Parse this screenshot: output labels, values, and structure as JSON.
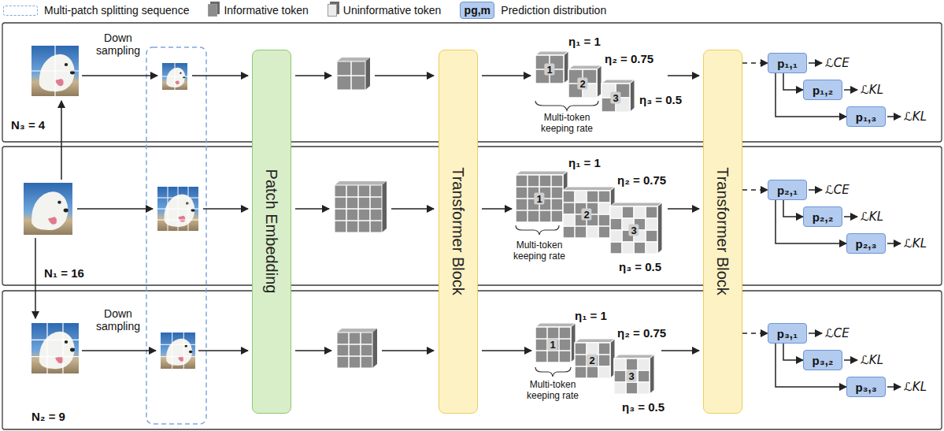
{
  "diagram": {
    "nodes": [
      {
        "text": [
          "Patch Embedding"
        ]
      },
      {
        "text": [
          "Transformer Block"
        ]
      },
      {
        "text": [
          "Transformer Block"
        ]
      },
      {
        "text": [
          "p₁,₁"
        ]
      },
      {
        "text": [
          "p₁,₂"
        ]
      },
      {
        "text": [
          "p₁,₃"
        ]
      },
      {
        "text": [
          "p₂,₁"
        ]
      },
      {
        "text": [
          "p₂,₂"
        ]
      },
      {
        "text": [
          "p₂,₃"
        ]
      },
      {
        "text": [
          "p₃,₁"
        ]
      },
      {
        "text": [
          "p₃,₂"
        ]
      },
      {
        "text": [
          "p₃,₃"
        ]
      }
    ],
    "edges": [
      {
        "from": 2,
        "to": 3,
        "arrow": "to"
      },
      {
        "from": 3,
        "to": 4,
        "arrow": "to"
      },
      {
        "from": 3,
        "to": 5,
        "arrow": "to"
      },
      {
        "from": 2,
        "to": 6,
        "arrow": "to"
      },
      {
        "from": 6,
        "to": 7,
        "arrow": "to"
      },
      {
        "from": 6,
        "to": 8,
        "arrow": "to"
      },
      {
        "from": 2,
        "to": 9,
        "arrow": "to"
      },
      {
        "from": 9,
        "to": 10,
        "arrow": "to"
      },
      {
        "from": 9,
        "to": 11,
        "arrow": "to"
      }
    ],
    "labels": [
      "pg,m",
      "Down sampling",
      "N₃ = 4",
      "η₁ = 1",
      "η₂ = 0.75",
      "1",
      "2",
      "3",
      "η₃ = 0.5",
      "Multi-token keeping rate",
      "ℒCE",
      "ℒKL",
      "ℒKL",
      "N₁ = 16",
      "η₁ = 1",
      "η₂ = 0.75",
      "1",
      "2",
      "3",
      "η₃ = 0.5",
      "Multi-token keeping rate",
      "ℒCE",
      "ℒKL",
      "ℒKL",
      "Down sampling",
      "N₂ = 9",
      "η₁ = 1",
      "η₂ = 0.75",
      "1",
      "2",
      "3",
      "η₃ = 0.5",
      "Multi-token keeping rate",
      "ℒCE",
      "ℒKL",
      "ℒKL"
    ],
    "legend": [
      {
        "text": "Multi-patch splitting sequence"
      },
      {
        "text": "Informative token",
        "color": "#8c8c8c"
      },
      {
        "text": "Uninformative token",
        "color": "#ececec"
      },
      {
        "text": "Prediction distribution",
        "color": "#b3cbee"
      }
    ]
  }
}
